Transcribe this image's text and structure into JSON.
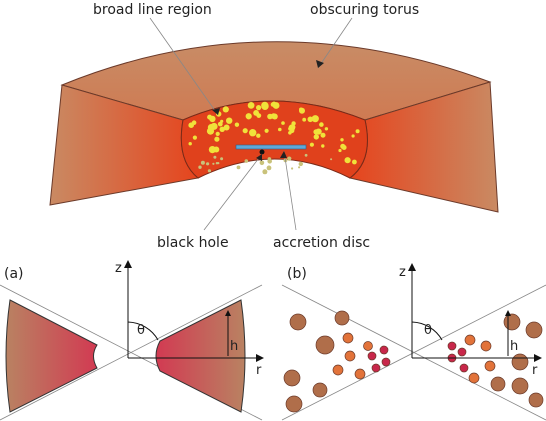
{
  "labels": {
    "broad_line_region": "broad line region",
    "obscuring_torus": "obscuring torus",
    "black_hole": "black hole",
    "accretion_disc": "accretion disc"
  },
  "panel_a": {
    "tag": "(a)",
    "z": "z",
    "r": "r",
    "theta": "θ",
    "h": "h"
  },
  "panel_b": {
    "tag": "(b)",
    "z": "z",
    "r": "r",
    "theta": "θ",
    "h": "h"
  },
  "colors": {
    "torus_outer": "#c98a63",
    "torus_inner": "#e0461f",
    "blr_fill": "#e0411c",
    "cloud_yellow": "#f0e23a",
    "disc_blue": "#5fa8d8",
    "wedge_inner": "#d23a52",
    "wedge_outer": "#b98262",
    "cloud_brown": "#b06e4a",
    "cloud_orange": "#e2733a",
    "cloud_red": "#c8274a"
  }
}
